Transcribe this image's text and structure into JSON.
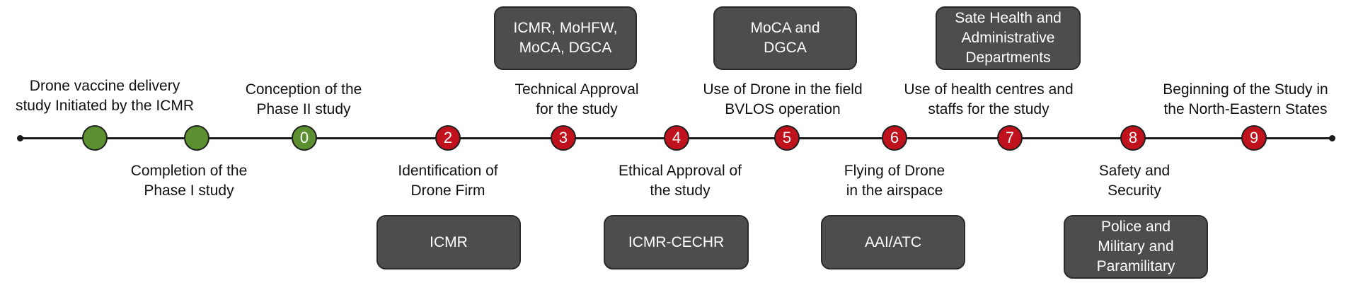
{
  "milestones": [
    {
      "marker": "",
      "text": "Drone vaccine delivery\nstudy Initiated by the ICMR"
    },
    {
      "marker": "",
      "text": "Completion of the\nPhase I study"
    },
    {
      "marker": "0",
      "text": "Conception of the\nPhase II study"
    },
    {
      "marker": "2",
      "text": "Identification of\nDrone Firm"
    },
    {
      "marker": "3",
      "text": "Technical Approval\nfor the study"
    },
    {
      "marker": "4",
      "text": "Ethical Approval of\nthe study"
    },
    {
      "marker": "5",
      "text": "Use of Drone in the field\nBVLOS operation"
    },
    {
      "marker": "6",
      "text": "Flying of Drone\nin the airspace"
    },
    {
      "marker": "7",
      "text": "Use of health centres and\nstaffs for the study"
    },
    {
      "marker": "8",
      "text": "Safety and\nSecurity"
    },
    {
      "marker": "9",
      "text": "Beginning of the Study in\nthe North-Eastern States"
    }
  ],
  "agencies": [
    {
      "milestone": "2",
      "text": "ICMR"
    },
    {
      "milestone": "3",
      "text": "ICMR, MoHFW,\nMoCA, DGCA"
    },
    {
      "milestone": "4",
      "text": "ICMR-CECHR"
    },
    {
      "milestone": "5",
      "text": "MoCA and\nDGCA"
    },
    {
      "milestone": "6",
      "text": "AAI/ATC"
    },
    {
      "milestone": "7",
      "text": "Sate Health and\nAdministrative\nDepartments"
    },
    {
      "milestone": "8",
      "text": "Police and\nMilitary and\nParamilitary"
    }
  ],
  "colors": {
    "completed": "#5b8f2f",
    "pending": "#c0121c",
    "agency_box": "#4d4d4d",
    "line": "#1a1a1a"
  }
}
